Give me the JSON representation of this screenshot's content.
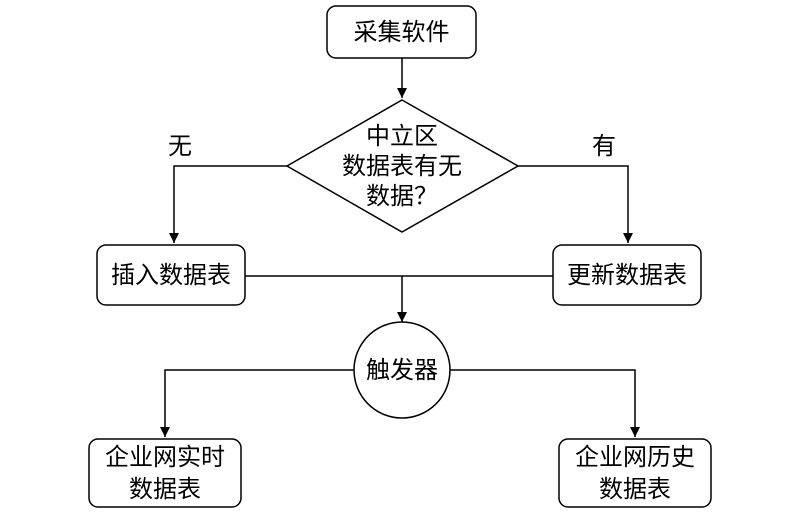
{
  "diagram": {
    "nodes": {
      "collect": "采集软件",
      "decision": {
        "line1": "中立区",
        "line2": "数据表有无",
        "line3": "数据？"
      },
      "insert": "插入数据表",
      "update": "更新数据表",
      "trigger": "触发器",
      "realtime": {
        "line1": "企业网实时",
        "line2": "数据表"
      },
      "history": {
        "line1": "企业网历史",
        "line2": "数据表"
      }
    },
    "edge_labels": {
      "no": "无",
      "yes": "有"
    }
  }
}
